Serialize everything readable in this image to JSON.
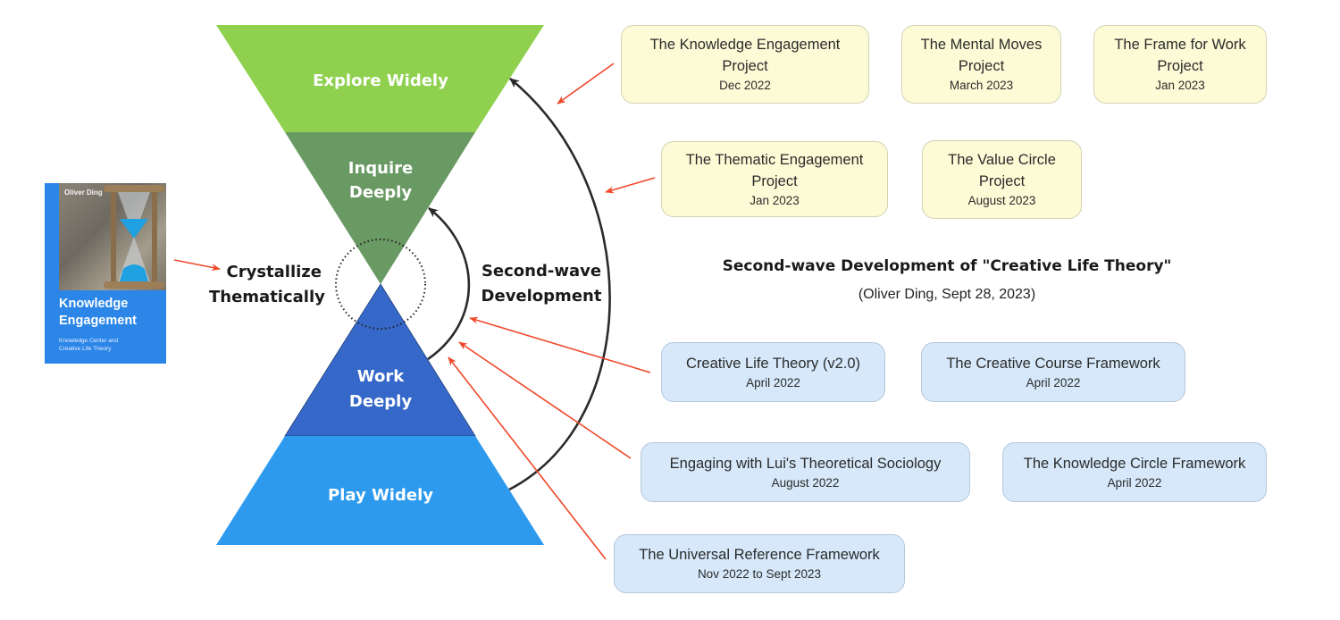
{
  "title": {
    "main": "Second-wave Development of \"Creative Life Theory\"",
    "subtitle": "(Oliver Ding, Sept 28, 2023)"
  },
  "book": {
    "author": "Oliver Ding",
    "title_line1": "Knowledge",
    "title_line2": "Engagement",
    "subtitle_line1": "Knowledge Center and",
    "subtitle_line2": "Creative Life Theory",
    "cover_color": "#2b86e8",
    "image": "hourglass-photo"
  },
  "stages": {
    "explore": {
      "label": "Explore Widely",
      "color": "#8fd14f"
    },
    "inquire": {
      "label_line1": "Inquire",
      "label_line2": "Deeply",
      "color": "#6a9a64"
    },
    "work": {
      "label_line1": "Work",
      "label_line2": "Deeply",
      "color": "#3568c8"
    },
    "play": {
      "label": "Play Widely",
      "color": "#2d9aed"
    }
  },
  "labels": {
    "crystallize_line1": "Crystallize",
    "crystallize_line2": "Thematically",
    "second_wave_line1": "Second-wave",
    "second_wave_line2": "Development"
  },
  "colors": {
    "arrow_red": "#f0482a",
    "arc": "#2a2a2a",
    "yellow_box": "#fdfbd6",
    "blue_box": "#d6e8fa"
  },
  "projects": [
    {
      "title_line1": "The Knowledge Engagement",
      "title_line2": "Project",
      "date": "Dec 2022"
    },
    {
      "title_line1": "The Mental Moves",
      "title_line2": "Project",
      "date": "March 2023"
    },
    {
      "title_line1": "The Frame for Work",
      "title_line2": "Project",
      "date": "Jan 2023"
    },
    {
      "title_line1": "The Thematic Engagement",
      "title_line2": "Project",
      "date": "Jan 2023"
    },
    {
      "title_line1": "The Value Circle",
      "title_line2": "Project",
      "date": "August 2023"
    }
  ],
  "frameworks": [
    {
      "title": "Creative Life Theory (v2.0)",
      "date": "April 2022"
    },
    {
      "title": "The Creative Course Framework",
      "date": "April 2022"
    },
    {
      "title": "Engaging with Lui's Theoretical Sociology",
      "date": "August 2022"
    },
    {
      "title": "The Knowledge Circle Framework",
      "date": "April 2022"
    },
    {
      "title": "The Universal Reference Framework",
      "date": "Nov 2022 to Sept 2023"
    }
  ]
}
